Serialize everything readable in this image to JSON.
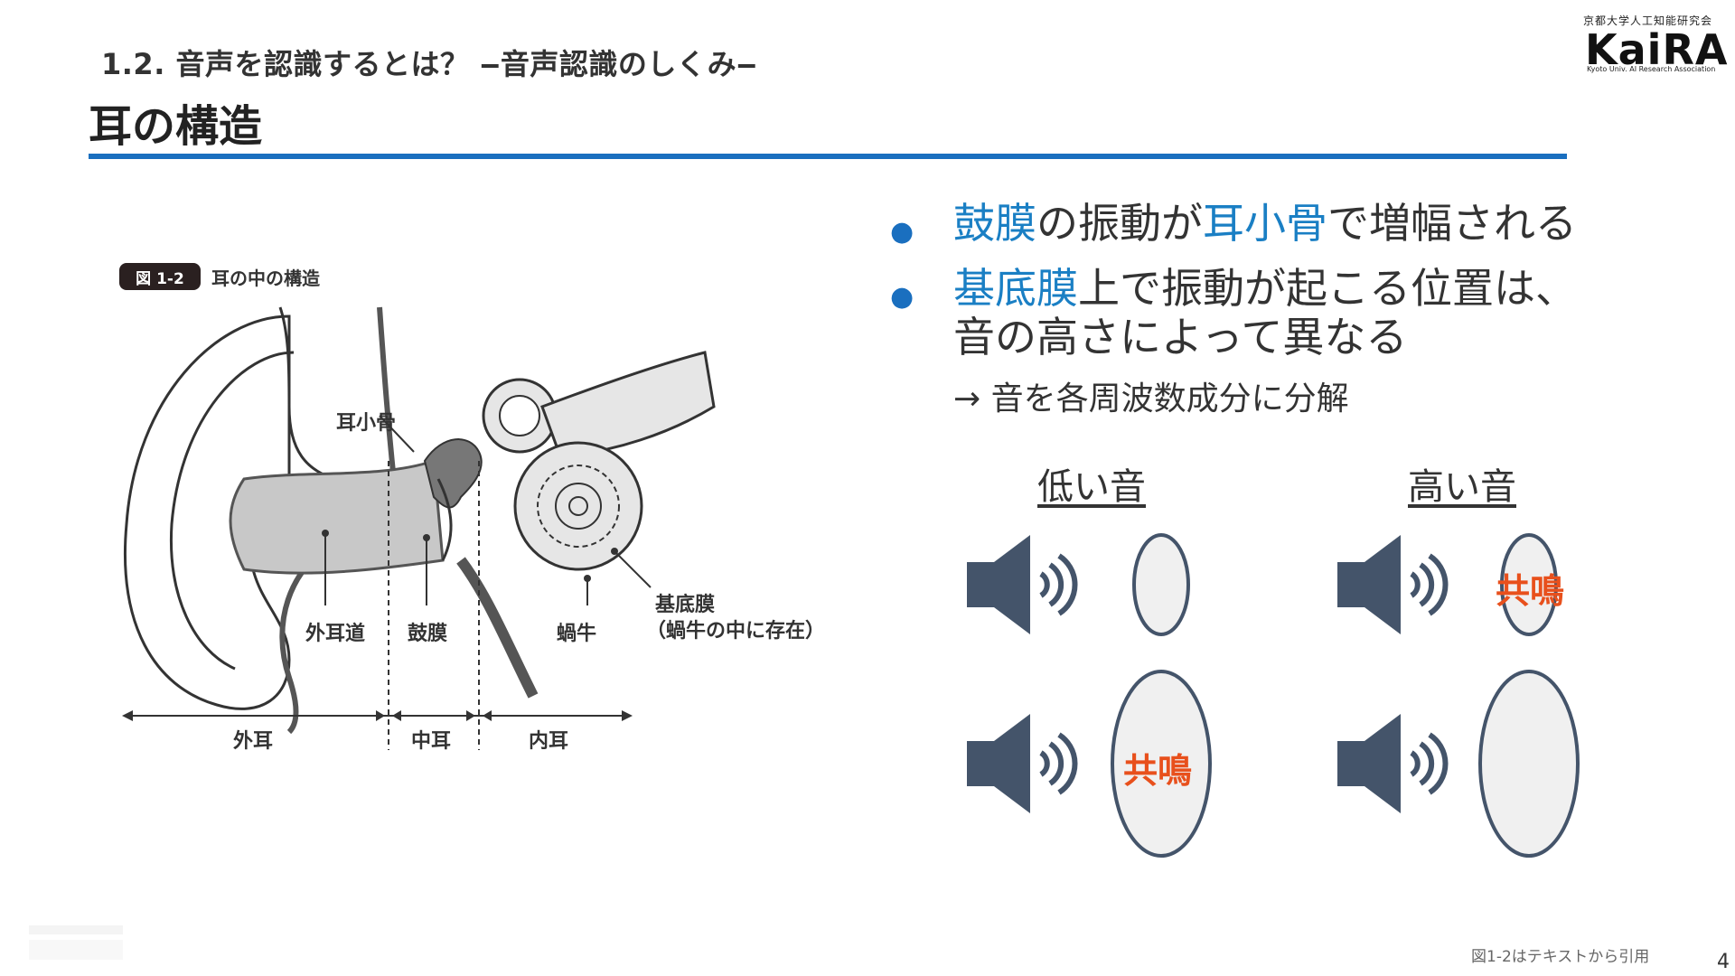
{
  "header": {
    "subtitle": "1.2. 音声を認識するとは？ ‒音声認識のしくみ‒",
    "title": "耳の構造"
  },
  "logo": {
    "jp": "京都大学人工知能研究会",
    "main": "KaiRA",
    "en": "Kyoto Univ. AI Research Association"
  },
  "figure": {
    "number": "図 1-2",
    "caption": "耳の中の構造",
    "labels": {
      "ossicles": "耳小骨",
      "ear_canal": "外耳道",
      "eardrum": "鼓膜",
      "cochlea": "蝸牛",
      "basilar": "基底膜",
      "basilar_note": "（蝸牛の中に存在）",
      "outer": "外耳",
      "middle": "中耳",
      "inner": "内耳"
    }
  },
  "bullets": [
    {
      "hl1": "鼓膜",
      "t1": "の振動が",
      "hl2": "耳小骨",
      "t2": "で増幅される"
    },
    {
      "hl1": "基底膜",
      "t1": "上で振動が起こる位置は、",
      "line2": "音の高さによって異なる"
    }
  ],
  "sub_note": "→ 音を各周波数成分に分解",
  "panels": {
    "low": {
      "heading": "低い音",
      "resonance": "共鳴"
    },
    "high": {
      "heading": "高い音",
      "resonance": "共鳴"
    }
  },
  "colors": {
    "accent": "#1a6fbf",
    "highlight": "#1a7fc4",
    "resonance": "#e8501c",
    "speaker": "#44546a"
  },
  "footer": {
    "credit": "図1-2はテキストから引用",
    "page": "4"
  }
}
